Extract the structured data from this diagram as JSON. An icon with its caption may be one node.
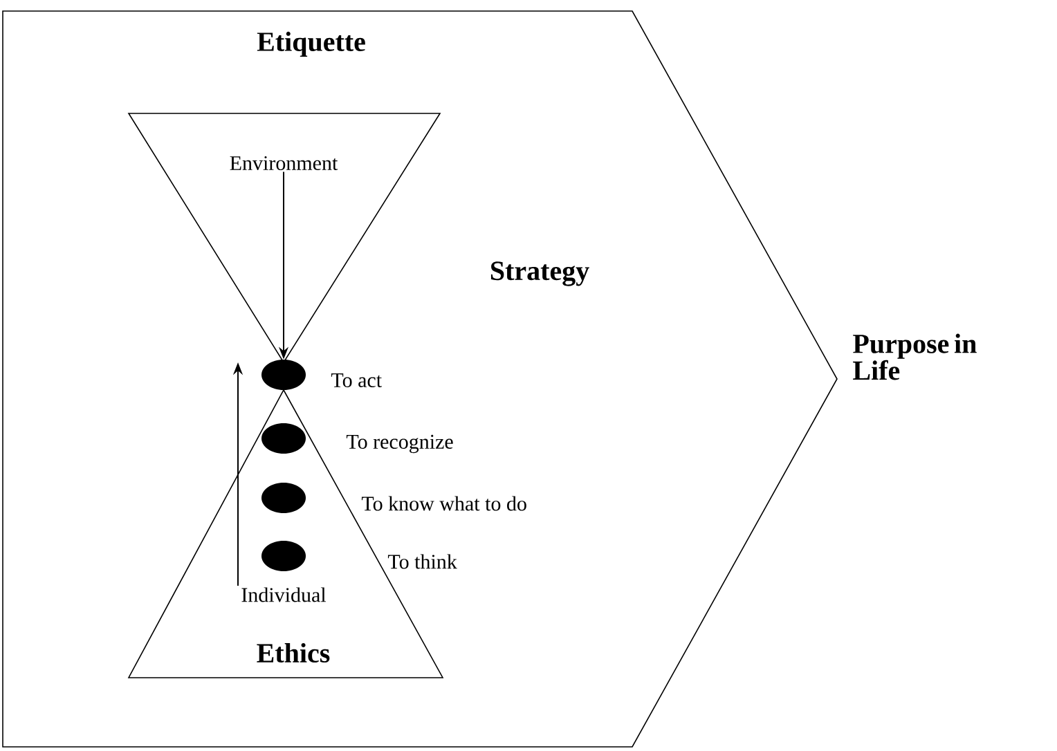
{
  "diagram": {
    "nodes": [
      {
        "text": [
          "Etiquette"
        ]
      },
      {
        "text": [],
        "shape": "triangle",
        "in": 0
      },
      {
        "text": [
          "Environment"
        ],
        "in": 1
      },
      {
        "text": [
          "Ethics"
        ],
        "in": 0
      },
      {
        "text": [
          "Individual"
        ],
        "in": 3
      },
      {
        "text": [],
        "shape": "ellipse",
        "beside": [
          "To act"
        ],
        "in": 0
      },
      {
        "text": [],
        "shape": "ellipse",
        "beside": [
          "To recognize"
        ],
        "in": 3
      },
      {
        "text": [],
        "shape": "ellipse",
        "beside": [
          "To know what to do"
        ],
        "in": 3
      },
      {
        "text": [],
        "shape": "ellipse",
        "beside": [
          "To think"
        ],
        "in": 3
      }
    ],
    "edges": [
      {
        "from": 2,
        "to": 5,
        "arrow": "to"
      },
      {
        "from": 4,
        "to": null,
        "arrow": "to"
      }
    ],
    "labels": [
      "Strategy",
      "Purpose in Life"
    ]
  }
}
